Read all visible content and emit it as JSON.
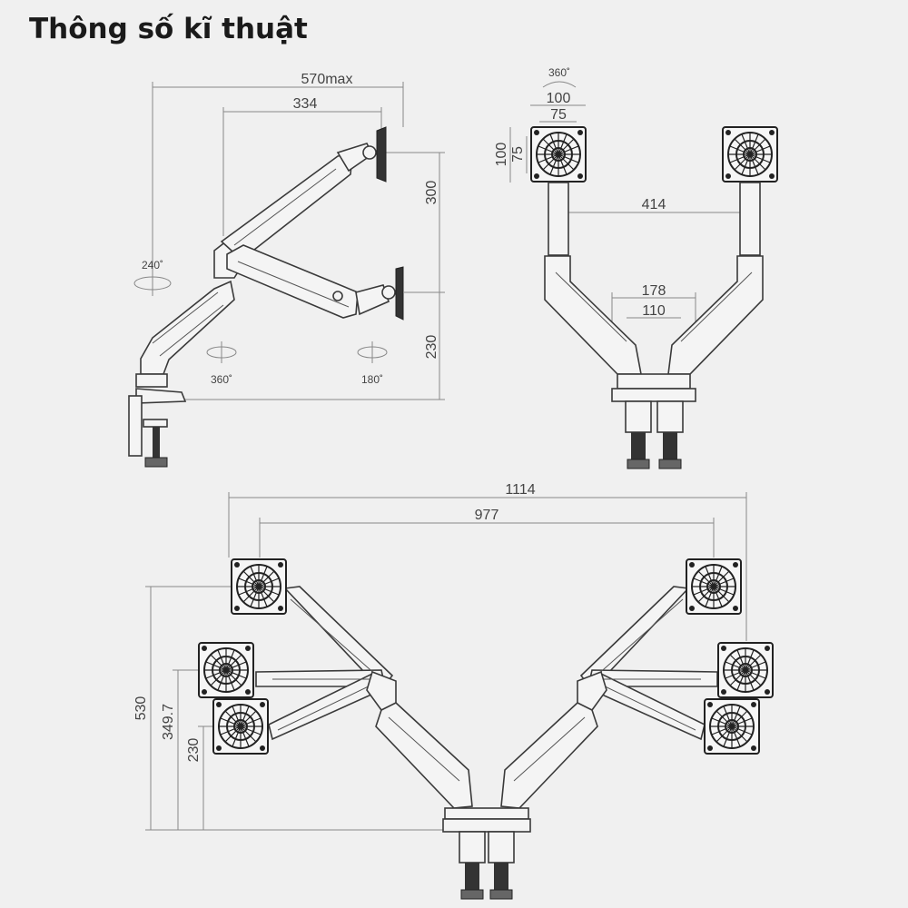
{
  "title": "Thông số kĩ thuật",
  "side_view": {
    "dim_max_reach": "570max",
    "dim_arm": "334",
    "dim_tilt_height": "300",
    "dim_base_height": "230",
    "rot_base": "240˚",
    "rot_joint": "360˚",
    "rot_head": "180˚"
  },
  "front_view": {
    "rot_vesa": "360˚",
    "vesa_100_w": "100",
    "vesa_75_w": "75",
    "vesa_100_h": "100",
    "vesa_75_h": "75",
    "dim_between": "414",
    "dim_base_outer": "178",
    "dim_base_inner": "110"
  },
  "top_view": {
    "dim_total": "1114",
    "dim_inner": "977",
    "dim_h_530": "530",
    "dim_h_349": "349.7",
    "dim_h_230": "230"
  }
}
